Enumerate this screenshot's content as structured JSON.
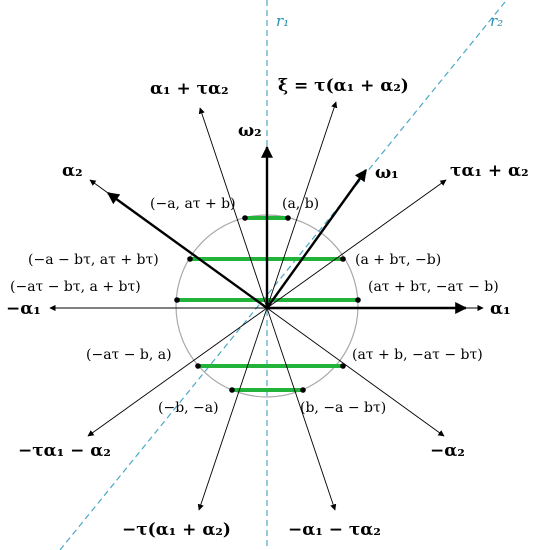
{
  "mirrors": {
    "r1": "r₁",
    "r2": "r₂",
    "color": "#4aa8c8"
  },
  "roots": {
    "xi": "ξ = τ(α₁ + α₂)",
    "alpha1_plus_tau_alpha2": "α₁ + τα₂",
    "omega2": "ω₂",
    "omega1": "ω₁",
    "alpha2": "α₂",
    "tau_alpha1_plus_alpha2": "τα₁ + α₂",
    "neg_alpha1": "−α₁",
    "alpha1": "α₁",
    "neg_tau_alpha1_minus_alpha2": "−τα₁ − α₂",
    "neg_alpha2": "−α₂",
    "neg_tau_alpha1_plus_alpha2": "−τ(α₁ + α₂)",
    "neg_alpha1_minus_tau_alpha2": "−α₁ − τα₂"
  },
  "points": {
    "p1": "(−a, aτ + b)",
    "p2": "(a, b)",
    "p3": "(−a − bτ, aτ + bτ)",
    "p4": "(a + bτ, −b)",
    "p5": "(−aτ − bτ, a + bτ)",
    "p6": "(aτ + bτ, −aτ − b)",
    "p7": "(−aτ − b, a)",
    "p8": "(aτ + b, −aτ − bτ)",
    "p9": "(−b, −a)",
    "p10": "(b, −a − bτ)"
  },
  "colors": {
    "segment": "#22b33a",
    "circle": "#aaaaaa",
    "arrow": "#000000"
  }
}
